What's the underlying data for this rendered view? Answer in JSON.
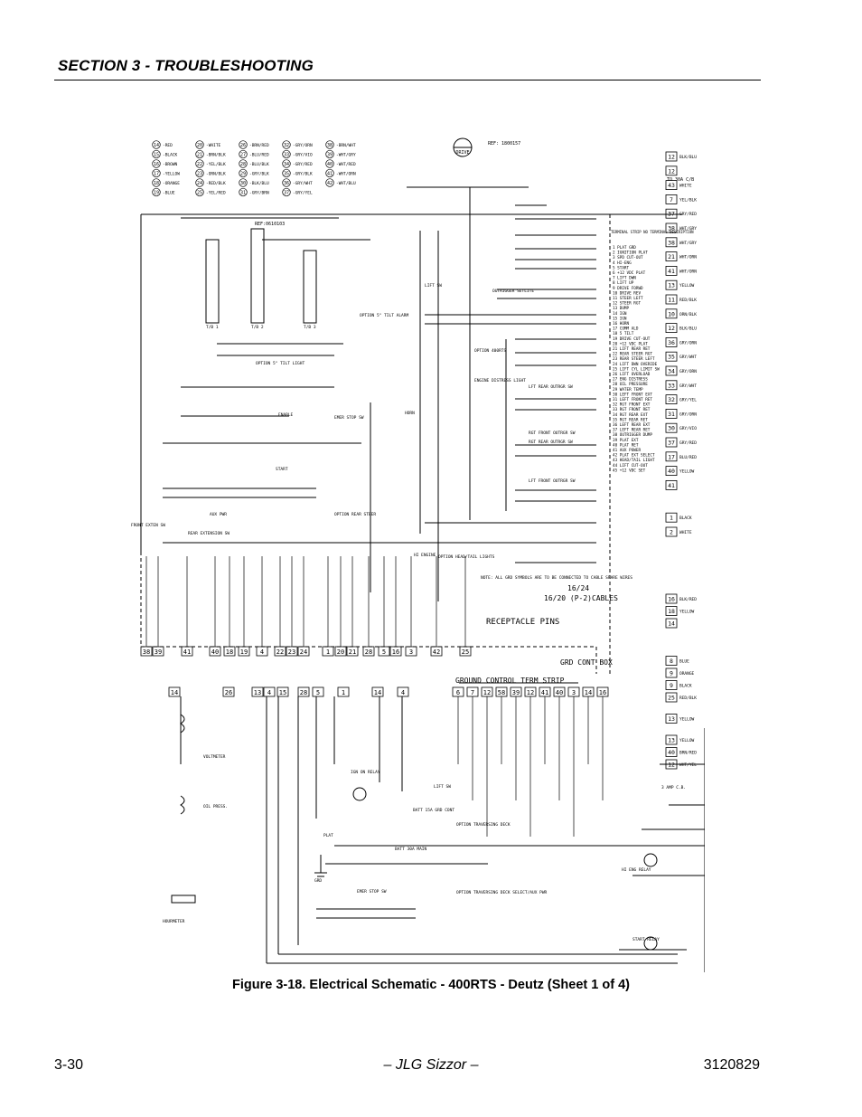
{
  "header": {
    "section_title": "SECTION 3 - TROUBLESHOOTING"
  },
  "figure": {
    "caption": "Figure 3-18.  Electrical Schematic - 400RTS - Deutz (Sheet 1 of 4)",
    "ref_top": "REF: 1800157",
    "ref_tb": "REF:0610103",
    "drive_label": "DRIVE",
    "to_cab_label": "TO 30A C/B",
    "grd_cont_box": "GRD CONT BOX",
    "ground_control_strip": "GROUND CONTROL TERM STRIP",
    "receptacle_pins": "RECEPTACLE PINS",
    "cables_label_1": "16/24",
    "cables_label_2": "16/20 (P-2)CABLES",
    "note_label": "NOTE: ALL GRD SYMBOLS ARE TO BE CONNECTED TO CABLE SPARE WIRES",
    "terminal_strip_header": "TERMINAL STRIP NO   TERMINAL DESCRIPTION",
    "wire_legend": [
      [
        "14",
        "RED"
      ],
      [
        "15",
        "BLACK"
      ],
      [
        "16",
        "BROWN"
      ],
      [
        "17",
        "YELLOW"
      ],
      [
        "18",
        "ORANGE"
      ],
      [
        "19",
        "BLUE"
      ],
      [
        "20",
        "WHITE"
      ],
      [
        "21",
        "BRN/BLK"
      ],
      [
        "22",
        "YEL/BLK"
      ],
      [
        "23",
        "ORN/BLK"
      ],
      [
        "24",
        "RED/BLK"
      ],
      [
        "25",
        "YEL/RED"
      ],
      [
        "26",
        "BRN/RED"
      ],
      [
        "27",
        "BLU/RED"
      ],
      [
        "28",
        "BLU/BLK"
      ],
      [
        "29",
        "GRY/BLK"
      ],
      [
        "30",
        "BLK/BLU"
      ],
      [
        "31",
        "GRY/BRN"
      ],
      [
        "32",
        "GRY/ORN"
      ],
      [
        "33",
        "GRY/VIO"
      ],
      [
        "34",
        "GRY/RED"
      ],
      [
        "35",
        "GRY/BLK"
      ],
      [
        "36",
        "GRY/WHT"
      ],
      [
        "37",
        "GRY/YEL"
      ],
      [
        "38",
        "BRN/WHT"
      ],
      [
        "39",
        "WHT/GRY"
      ],
      [
        "40",
        "WHT/RED"
      ],
      [
        "41",
        "WHT/ORN"
      ],
      [
        "42",
        "WHT/BLU"
      ]
    ],
    "right_terminals": [
      [
        "12",
        "BLK/BLU"
      ],
      [
        "12",
        ""
      ],
      [
        "43",
        "WHITE"
      ],
      [
        "7",
        "YEL/BLK"
      ],
      [
        "37",
        "GRY/RED"
      ],
      [
        "38",
        "WHT/GRY"
      ],
      [
        "38",
        "WHT/GRY"
      ],
      [
        "21",
        "WHT/ORN"
      ],
      [
        "41",
        "WHT/ORN"
      ],
      [
        "13",
        "YELLOW"
      ],
      [
        "11",
        "RED/BLK"
      ],
      [
        "10",
        "ORN/BLK"
      ],
      [
        "12",
        "BLK/BLU"
      ],
      [
        "36",
        "GRY/ORN"
      ],
      [
        "35",
        "GRY/WHT"
      ],
      [
        "34",
        "GRY/ORN"
      ],
      [
        "33",
        "GRY/WHT"
      ],
      [
        "32",
        "GRY/YEL"
      ],
      [
        "31",
        "GRY/ORN"
      ],
      [
        "30",
        "GRY/VIO"
      ],
      [
        "37",
        "GRY/RED"
      ],
      [
        "17",
        "BLU/RED"
      ],
      [
        "40",
        "YELLOW"
      ],
      [
        "41",
        ""
      ],
      [
        "1",
        "BLACK"
      ],
      [
        "2",
        "WHITE"
      ]
    ],
    "terminal_descriptions": [
      "PLAT GRD",
      "IGNITION PLAT",
      "SPD CUT-OUT",
      "HI-ENG",
      "START",
      "+12 VDC PLAT",
      "LIFT DWN",
      "LIFT UP",
      "DRIVE FORWD",
      "DRIVE REV",
      "STEER LEFT",
      "STEER RGT",
      "DUMP",
      "IGN",
      "IGN",
      "HORN",
      "COMM ALD",
      "5 TILT",
      "DRIVE CUT-OUT",
      "+12 VDC PLAT",
      "LIFT REAR RET",
      "REAR STEER RGT",
      "REAR STEER LEFT",
      "LIFT DWN OVERIDE",
      "LIFT CYL LIMIT SW",
      "LIFT OVERLOAD",
      "ENG DISTRESS",
      "OIL PRESSURE",
      "WATER TEMP",
      "LEFT FRONT EXT",
      "LEFT FRONT RET",
      "RGT FRONT EXT",
      "RGT FRONT RET",
      "RGT REAR EXT",
      "RGT REAR RET",
      "LEFT REAR EXT",
      "LEFT REAR RET",
      "OUTRIGGER DUMP",
      "PLAT EXT",
      "PLAT RET",
      "AUX POWER",
      "PLAT EXT SELECT",
      "HEAD/TAIL LIGHT",
      "LIFT CUT-OUT",
      "+12 VDC SET"
    ],
    "bottom_pins": [
      "38",
      "39",
      "41",
      "40",
      "18",
      "19",
      "4",
      "22",
      "23",
      "24",
      "1",
      "20",
      "21",
      "28",
      "5",
      "16",
      "3",
      "42",
      "25"
    ],
    "ground_strip_pins": [
      "6",
      "7",
      "12",
      "58",
      "39",
      "12",
      "41",
      "40",
      "3",
      "14",
      "16"
    ],
    "right_bottom_terminals": [
      [
        "16",
        "BLK/RED"
      ],
      [
        "18",
        "YELLOW"
      ],
      [
        "14",
        ""
      ],
      [
        "8",
        "BLUE"
      ],
      [
        "9",
        "ORANGE"
      ],
      [
        "9",
        "BLACK"
      ],
      [
        "25",
        "RED/BLK"
      ],
      [
        "13",
        "YELLOW"
      ],
      [
        "13",
        "YELLOW"
      ],
      [
        "40",
        "BRN/RED"
      ],
      [
        "12",
        "WHT/YEL"
      ]
    ],
    "component_labels": [
      "LIFT SW",
      "HORN",
      "OUTRIGGER SETLITE",
      "EMER STOP SW",
      "START",
      "ENABLE",
      "OPTION REAR STEER",
      "OPTION 5° TILT ALARM",
      "OPTION 5° TILT LIGHT",
      "ENGINE DISTRESS LIGHT",
      "OPTION 400RTS",
      "LFT REAR OUTRGR SW",
      "RGT REAR OUTRGR SW",
      "RGT FRONT OUTRGR SW",
      "LFT FRONT OUTRGR SW",
      "FRONT EXTEN SW",
      "REAR EXTENSION SW",
      "AUX PWR",
      "HI ENGINE",
      "OPTION HEAD/TAIL LIGHTS",
      "VOLTMETER",
      "OIL PRESS.",
      "HOURMETER",
      "IGN ON RELAY",
      "BATT 15A GRD CONT",
      "BATT 30A MAIN",
      "LIFT SW",
      "OPTION TRAVERSING DECK",
      "OPTION TRAVERSING DECK SELECT/AUX PWR",
      "HI ENG RELAY",
      "START RELAY",
      "3 AMP C.B.",
      "EMER STOP SW",
      "PLAT",
      "GRD",
      "T/B 1",
      "T/B 2",
      "T/B 3"
    ]
  },
  "footer": {
    "page": "3-30",
    "center": "– JLG Sizzor –",
    "doc_no": "3120829"
  }
}
